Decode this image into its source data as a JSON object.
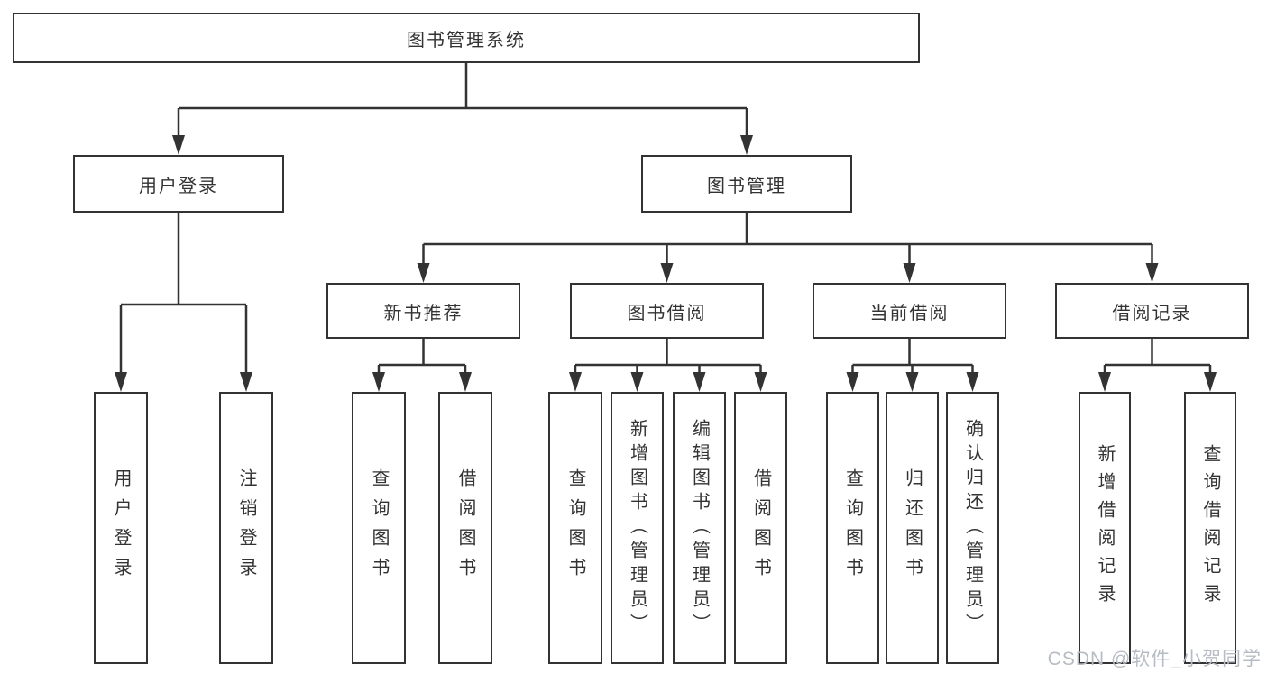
{
  "watermark": {
    "text": "CSDN @软件_小贺同学"
  },
  "diagram": {
    "colors": {
      "line": "#333333",
      "box_border": "#333333",
      "text": "#333333",
      "background": "#ffffff",
      "watermark": "#b7bcc4"
    },
    "nodes": [
      {
        "id": "root",
        "label": "图书管理系统",
        "parent": null
      },
      {
        "id": "user-login",
        "label": "用户登录",
        "parent": "root"
      },
      {
        "id": "book-mgmt",
        "label": "图书管理",
        "parent": "root"
      },
      {
        "id": "leaf-user-login",
        "label": "用户登录",
        "parent": "user-login"
      },
      {
        "id": "leaf-logout",
        "label": "注销登录",
        "parent": "user-login"
      },
      {
        "id": "new-book-rec",
        "label": "新书推荐",
        "parent": "book-mgmt"
      },
      {
        "id": "book-borrow",
        "label": "图书借阅",
        "parent": "book-mgmt"
      },
      {
        "id": "current-borrow",
        "label": "当前借阅",
        "parent": "book-mgmt"
      },
      {
        "id": "borrow-records",
        "label": "借阅记录",
        "parent": "book-mgmt"
      },
      {
        "id": "leaf-query-book-1",
        "label": "查询图书",
        "parent": "new-book-rec"
      },
      {
        "id": "leaf-borrow-book-1",
        "label": "借阅图书",
        "parent": "new-book-rec"
      },
      {
        "id": "leaf-query-book-2",
        "label": "查询图书",
        "parent": "book-borrow"
      },
      {
        "id": "leaf-add-book",
        "label": "新增图书（管理员）",
        "parent": "book-borrow"
      },
      {
        "id": "leaf-edit-book",
        "label": "编辑图书（管理员）",
        "parent": "book-borrow"
      },
      {
        "id": "leaf-borrow-book-2",
        "label": "借阅图书",
        "parent": "book-borrow"
      },
      {
        "id": "leaf-query-book-3",
        "label": "查询图书",
        "parent": "current-borrow"
      },
      {
        "id": "leaf-return-book",
        "label": "归还图书",
        "parent": "current-borrow"
      },
      {
        "id": "leaf-confirm-return",
        "label": "确认归还（管理员）",
        "parent": "current-borrow"
      },
      {
        "id": "leaf-add-borrow-record",
        "label": "新增借阅记录",
        "parent": "borrow-records"
      },
      {
        "id": "leaf-query-borrow-record",
        "label": "查询借阅记录",
        "parent": "borrow-records"
      }
    ]
  }
}
